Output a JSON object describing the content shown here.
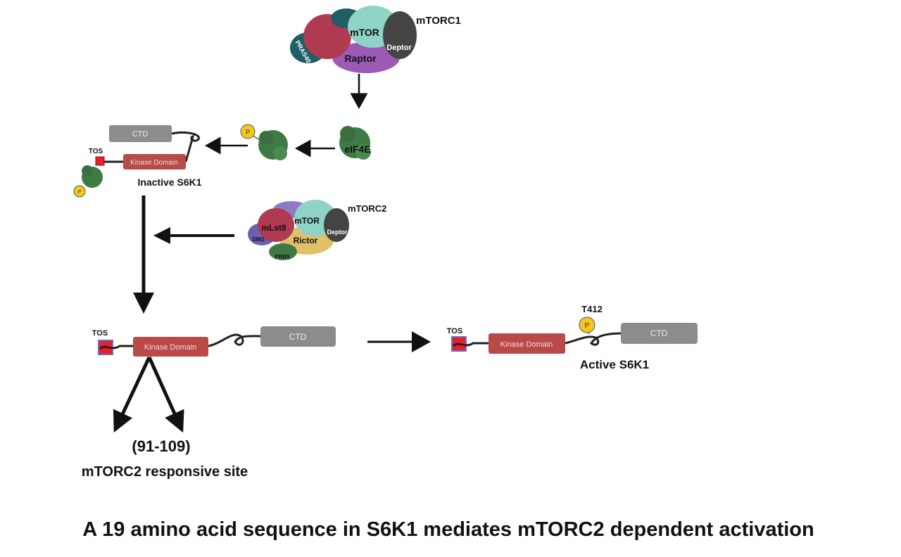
{
  "complexes": {
    "mtorc1": {
      "title": "mTORC1",
      "mtor": "mTOR",
      "raptor": "Raptor",
      "deptor": "Deptor",
      "pras40": "PRAS40"
    },
    "mtorc2": {
      "title": "mTORC2",
      "mtor": "mTOR",
      "mlst8": "mLst8",
      "rictor": "Rictor",
      "deptor": "Deptor",
      "sin1": "SIN1",
      "prr5": "PRR5"
    }
  },
  "eif4e": {
    "label": "eIF4E",
    "phospho": "P"
  },
  "inactive": {
    "ctd": "CTD",
    "tos": "TOS",
    "kinase": "Kinase Domain",
    "caption": "Inactive S6K1",
    "phospho": "P"
  },
  "intermediate": {
    "tos": "TOS",
    "kinase": "Kinase Domain",
    "ctd": "CTD",
    "region": "(91-109)",
    "region_caption": "mTORC2 responsive site"
  },
  "active": {
    "tos": "TOS",
    "kinase": "Kinase Domain",
    "ctd": "CTD",
    "site": "T412",
    "phospho": "P",
    "caption": "Active S6K1"
  },
  "headline": "A 19 amino acid sequence in S6K1 mediates mTORC2 dependent activation",
  "colors": {
    "kinase": "#b94a48",
    "ctd": "#8c8c8c",
    "tos": "#e8202a",
    "phospho": "#f2c81e",
    "eif4e": "#3f7a45",
    "mtor": "#8fd3c6",
    "raptor": "#9b5bb5",
    "deptor": "#444444",
    "pras40": "#1e5e66",
    "mlst8": "#b03a52",
    "rictor": "#e0c068",
    "sin1": "#6c5fb0",
    "prr5": "#3f7a45"
  }
}
